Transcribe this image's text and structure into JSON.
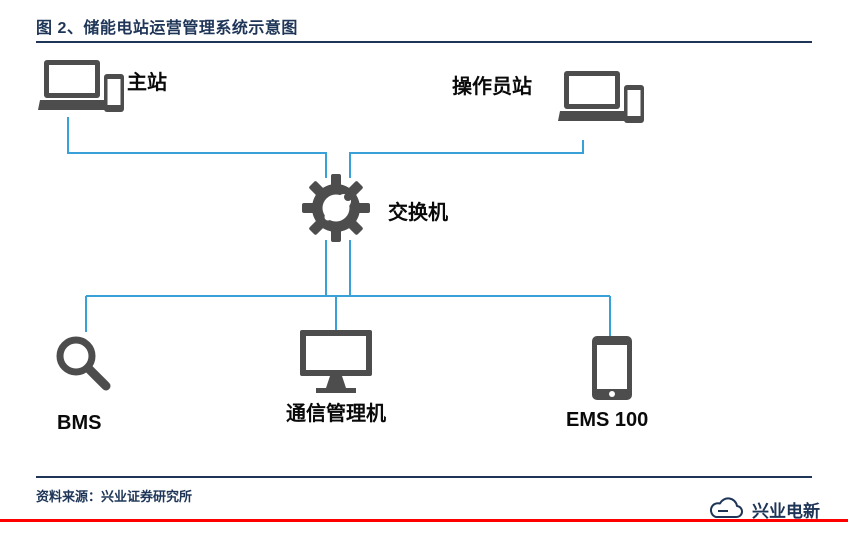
{
  "figure_title": "图 2、储能电站运营管理系统示意图",
  "nodes": {
    "main_station": {
      "label": "主站",
      "icon": "laptop-phone-icon"
    },
    "operator_station": {
      "label": "操作员站",
      "icon": "laptop-phone-icon"
    },
    "switch": {
      "label": "交换机",
      "icon": "gear-wrench-icon"
    },
    "bms": {
      "label": "BMS",
      "icon": "magnifier-icon"
    },
    "comm_manager": {
      "label": "通信管理机",
      "icon": "monitor-icon"
    },
    "ems100": {
      "label": "EMS 100",
      "icon": "tablet-icon"
    }
  },
  "footer": {
    "source": "资料来源：兴业证券研究所",
    "brand": "兴业电新",
    "brand_icon": "cloud-logo-icon"
  },
  "colors": {
    "title_navy": "#1e3557",
    "connector_blue": "#3aa0d8",
    "icon_gray": "#4d4d4d",
    "divider_red": "#ff0000"
  }
}
